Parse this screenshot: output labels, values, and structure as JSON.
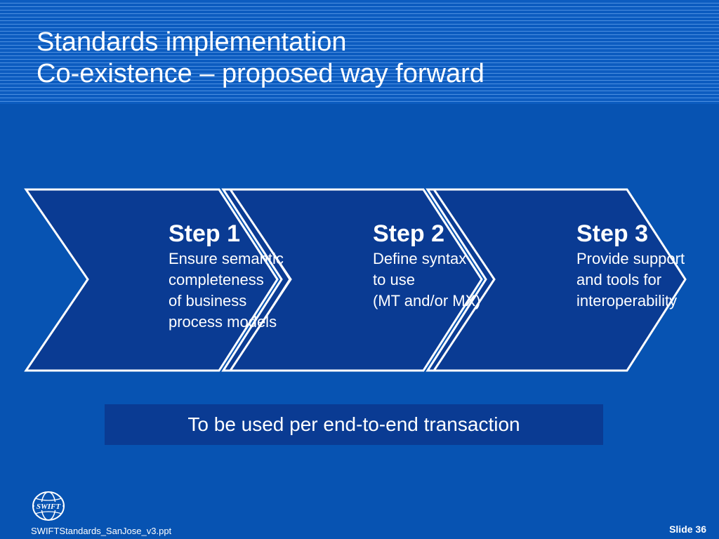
{
  "slide": {
    "title_line1": "Standards implementation",
    "title_line2": "Co-existence – proposed way forward"
  },
  "steps": [
    {
      "title": "Step 1",
      "lines": [
        "Ensure semantic",
        "completeness",
        "of business",
        "process models"
      ]
    },
    {
      "title": "Step 2",
      "lines": [
        "Define syntax",
        "to use",
        "(MT and/or MX)"
      ]
    },
    {
      "title": "Step 3",
      "lines": [
        "Provide support",
        "and tools for",
        "interoperability"
      ]
    }
  ],
  "note": {
    "text": "To be used per end-to-end transaction"
  },
  "footer": {
    "file": "SWIFTStandards_SanJose_v3.ppt",
    "slide": "Slide 36",
    "logo_text": "SWIFT"
  },
  "colors": {
    "background": "#0753b2",
    "chevron_fill": "#0a3b93",
    "note_fill": "#0a3b93",
    "text": "#ffffff"
  }
}
